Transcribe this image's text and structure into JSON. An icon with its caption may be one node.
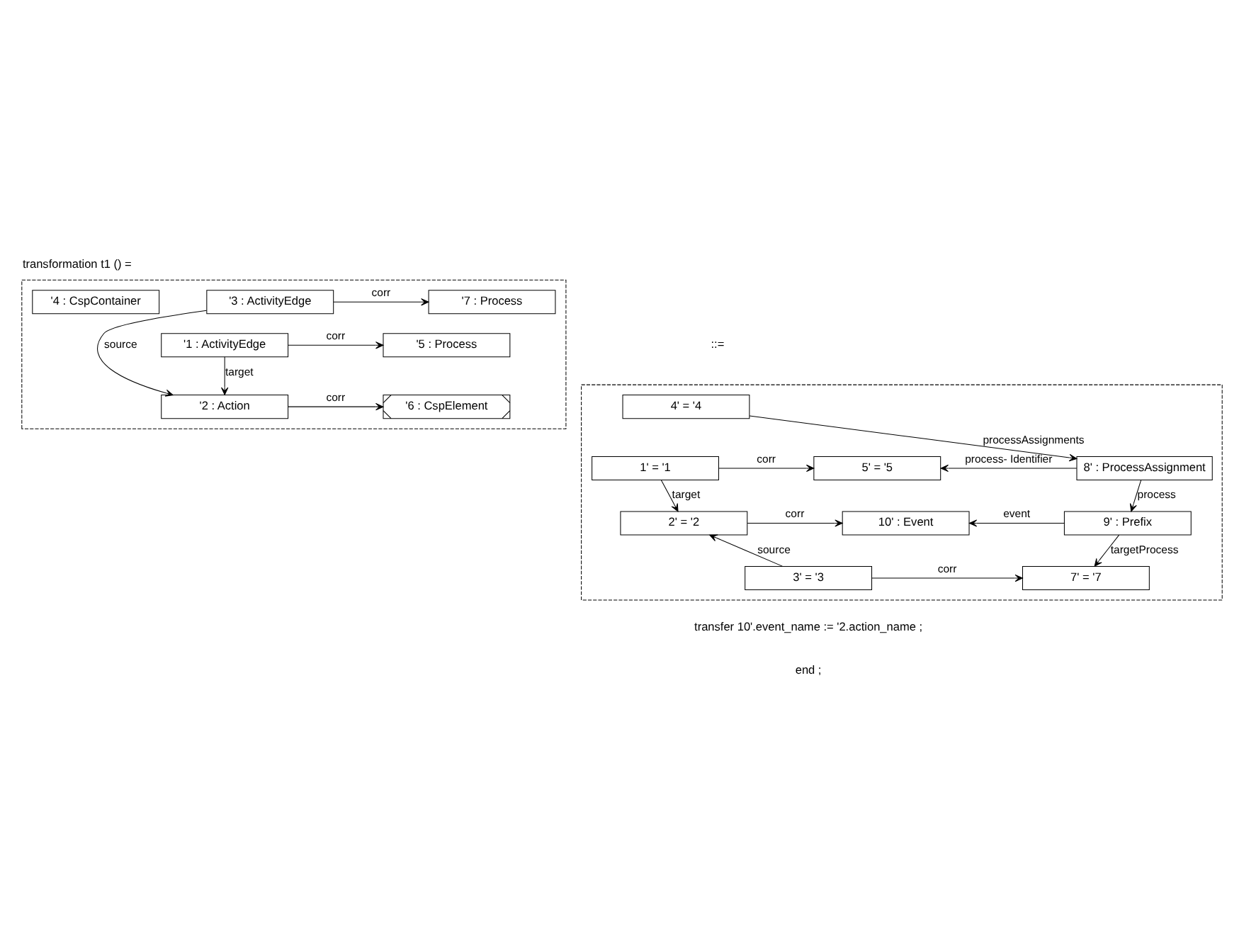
{
  "diagram": {
    "title": "transformation t1 () =",
    "nodes": [
      {
        "text": [],
        "shape": "box"
      },
      {
        "text": [
          "'4 : CspContainer"
        ],
        "in": 0
      },
      {
        "text": [
          "'1 : ActivityEdge"
        ],
        "in": 0
      },
      {
        "text": [
          "'5 : Process"
        ],
        "in": 0
      },
      {
        "text": [
          "'2 : Action"
        ],
        "in": 0
      },
      {
        "text": [
          "'6 : CspElement"
        ],
        "in": 0
      },
      {
        "text": [
          "'3 : ActivityEdge"
        ],
        "in": 0
      },
      {
        "text": [
          "'7 : Process"
        ],
        "in": 0
      },
      {
        "text": [],
        "shape": "box"
      },
      {
        "text": [
          "4' = '4"
        ],
        "in": 8
      },
      {
        "text": [
          "1' = '1"
        ],
        "in": 8
      },
      {
        "text": [
          "5' = '5"
        ],
        "in": 8
      },
      {
        "text": [
          "8' : ProcessAssignment"
        ],
        "in": 8
      },
      {
        "text": [
          "2' = '2"
        ],
        "in": 8
      },
      {
        "text": [
          "10' : Event"
        ],
        "in": 8
      },
      {
        "text": [
          "9' : Prefix"
        ],
        "in": 8
      },
      {
        "text": [
          "3' = '3"
        ],
        "in": 8
      },
      {
        "text": [
          "7' = '7"
        ],
        "in": 8
      }
    ],
    "edges": [
      {
        "from": 2,
        "to": 3,
        "arrow": "to",
        "label": "corr"
      },
      {
        "from": 2,
        "to": 4,
        "arrow": "to",
        "label": "target"
      },
      {
        "from": 4,
        "to": 5,
        "arrow": "to",
        "label": "corr"
      },
      {
        "from": 6,
        "to": 4,
        "arrow": "to",
        "label": "source"
      },
      {
        "from": 6,
        "to": 7,
        "arrow": "to",
        "label": "corr"
      },
      {
        "from": 9,
        "to": 12,
        "arrow": "to",
        "label": "processAssignments"
      },
      {
        "from": 10,
        "to": 11,
        "arrow": "to",
        "label": "corr"
      },
      {
        "from": 12,
        "to": 11,
        "arrow": "to",
        "label": "process- Identifier"
      },
      {
        "from": 12,
        "to": 15,
        "arrow": "to",
        "label": "process"
      },
      {
        "from": 10,
        "to": 13,
        "arrow": "to",
        "label": "target"
      },
      {
        "from": 13,
        "to": 14,
        "arrow": "to",
        "label": "corr"
      },
      {
        "from": 15,
        "to": 14,
        "arrow": "to",
        "label": "event"
      },
      {
        "from": 16,
        "to": 13,
        "arrow": "to",
        "label": "source"
      },
      {
        "from": 16,
        "to": 17,
        "arrow": "to",
        "label": "corr"
      },
      {
        "from": 15,
        "to": 17,
        "arrow": "to",
        "label": "targetProcess"
      }
    ],
    "labels": [
      "::=",
      "transfer 10'.event_name := '2.action_name ;",
      "end ;"
    ]
  }
}
